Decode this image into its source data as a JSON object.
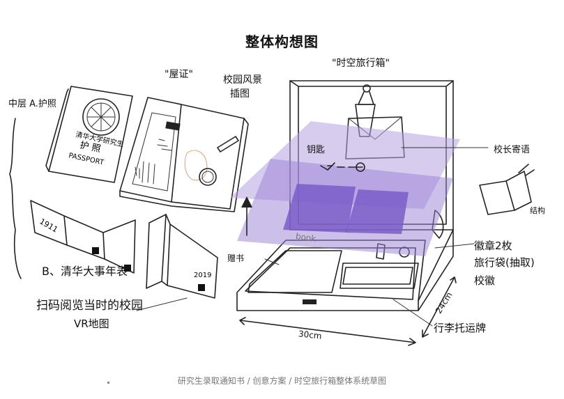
{
  "title": "整体构想图",
  "labels": {
    "middle_layer": "中层 A.护照",
    "certificate": "\"屋证\"",
    "campus_scenery": "校园风景",
    "illustration": "插图",
    "box_name": "\"时空旅行箱\"",
    "key": "钥匙",
    "sealed_letter": "校长寄语",
    "structure": "结构",
    "badges": "徽章2枚",
    "badge_items_1": "旅行袋(抽取)",
    "badge_items_2": "校徽",
    "gift_book": "赠书",
    "book_word": "book",
    "luggage_tag": "行李托运牌",
    "events": "B、清华大事年表",
    "scan_1": "扫码阅览当时的校园",
    "scan_2": "VR地图",
    "dim_width": "30cm",
    "dim_depth": "24cm",
    "passport_1": "清华大学研究生",
    "passport_2": "护  照",
    "passport_3": "PASSPORT",
    "year_start": "1911",
    "year_end": "2019",
    "tag_2019": "2019"
  },
  "caption": "研究生录取通知书 / 创意方案 / 时空旅行箱整体系统草图",
  "colors": {
    "purple_light": "#b7a2e0",
    "purple_mid": "#9a80d6",
    "purple_dark": "#7a5cc8"
  }
}
